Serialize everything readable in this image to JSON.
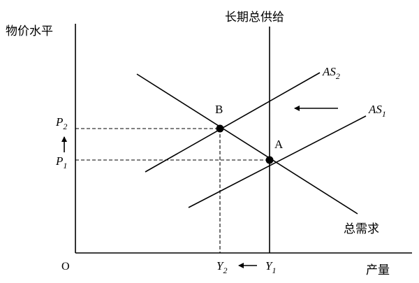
{
  "axes": {
    "y_label": "物价水平",
    "x_label": "产量",
    "origin_label": "O"
  },
  "curves": {
    "lras_label": "长期总供给",
    "as2": {
      "base": "AS",
      "sub": "2"
    },
    "as1": {
      "base": "AS",
      "sub": "1"
    },
    "ad_label": "总需求"
  },
  "points": {
    "a_label": "A",
    "b_label": "B"
  },
  "ticks": {
    "p2": {
      "base": "P",
      "sub": "2"
    },
    "p1": {
      "base": "P",
      "sub": "1"
    },
    "y2": {
      "base": "Y",
      "sub": "2"
    },
    "y1": {
      "base": "Y",
      "sub": "1"
    }
  },
  "annotations": {
    "shift_arrow_icon": "left-arrow-icon",
    "price_arrow_icon": "up-arrow-icon",
    "output_arrow_icon": "left-arrow-icon"
  }
}
